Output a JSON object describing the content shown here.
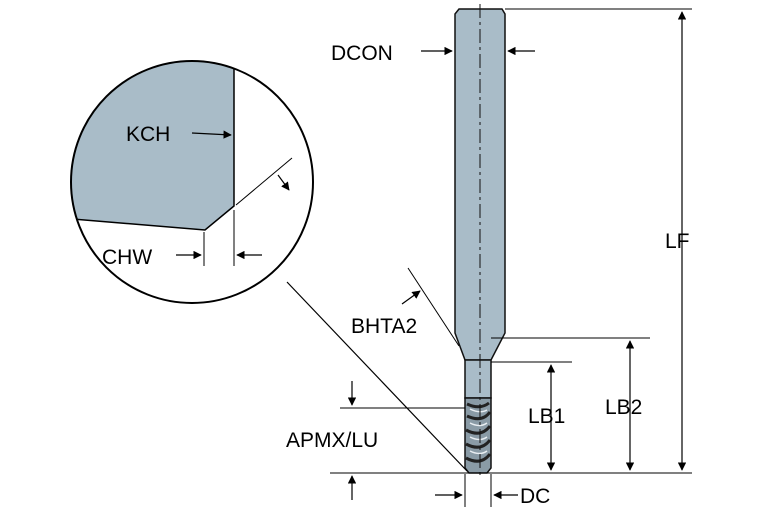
{
  "diagram": {
    "labels": {
      "dcon": "DCON",
      "lf": "LF",
      "kch": "KCH",
      "chw": "CHW",
      "bhta2": "BHTA2",
      "lb1": "LB1",
      "lb2": "LB2",
      "apmx_lu": "APMX/LU",
      "dc": "DC"
    },
    "colors": {
      "tool_fill": "#a9bcc8",
      "tool_stroke": "#111111",
      "line": "#000000",
      "background": "#ffffff"
    }
  }
}
